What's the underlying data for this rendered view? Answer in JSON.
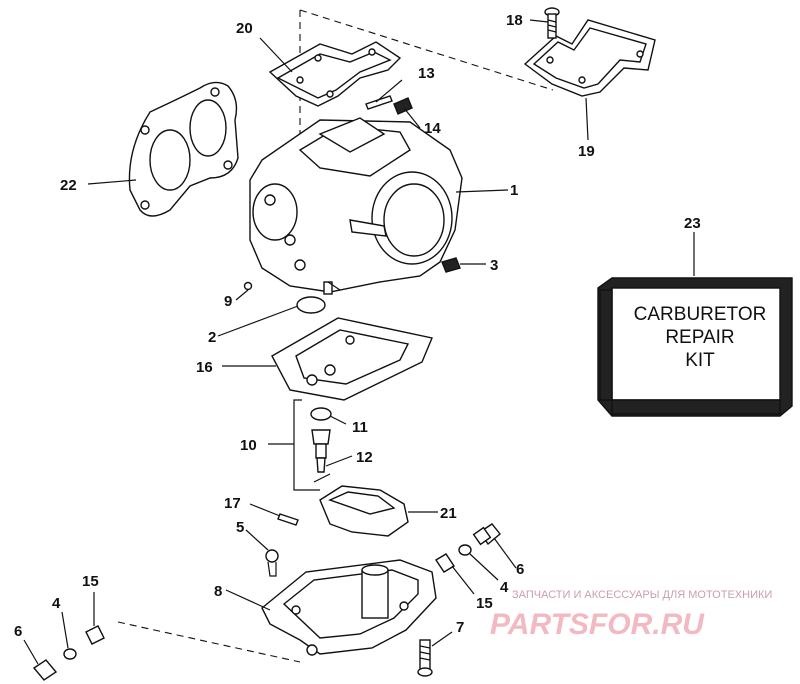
{
  "callouts": [
    {
      "id": "c20",
      "text": "20"
    },
    {
      "id": "c18",
      "text": "18"
    },
    {
      "id": "c13",
      "text": "13"
    },
    {
      "id": "c14",
      "text": "14"
    },
    {
      "id": "c19",
      "text": "19"
    },
    {
      "id": "c22",
      "text": "22"
    },
    {
      "id": "c1",
      "text": "1"
    },
    {
      "id": "c23",
      "text": "23"
    },
    {
      "id": "c3",
      "text": "3"
    },
    {
      "id": "c9",
      "text": "9"
    },
    {
      "id": "c2",
      "text": "2"
    },
    {
      "id": "c16",
      "text": "16"
    },
    {
      "id": "c11",
      "text": "11"
    },
    {
      "id": "c10",
      "text": "10"
    },
    {
      "id": "c12",
      "text": "12"
    },
    {
      "id": "c17",
      "text": "17"
    },
    {
      "id": "c21",
      "text": "21"
    },
    {
      "id": "c5",
      "text": "5"
    },
    {
      "id": "c6r",
      "text": "6"
    },
    {
      "id": "c4r",
      "text": "4"
    },
    {
      "id": "c15r",
      "text": "15"
    },
    {
      "id": "c8",
      "text": "8"
    },
    {
      "id": "c7",
      "text": "7"
    },
    {
      "id": "c15l",
      "text": "15"
    },
    {
      "id": "c4l",
      "text": "4"
    },
    {
      "id": "c6l",
      "text": "6"
    }
  ],
  "kit": {
    "line1": "CARBURETOR",
    "line2": "REPAIR",
    "line3": "KIT"
  },
  "watermark": {
    "tagline": "ЗАПЧАСТИ И АКСЕССУАРЫ ДЛЯ МОТОТЕХНИКИ",
    "brand": "PARTSFOR.RU"
  }
}
